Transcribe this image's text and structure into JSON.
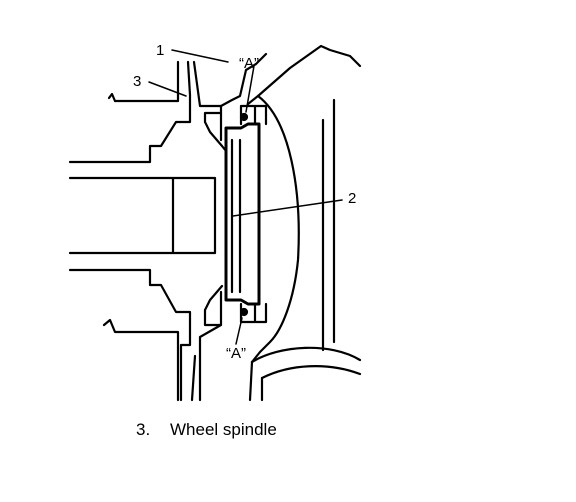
{
  "diagram": {
    "callouts": [
      {
        "id": "1",
        "label": "1"
      },
      {
        "id": "2",
        "label": "2"
      },
      {
        "id": "3",
        "label": "3"
      },
      {
        "id": "a-top",
        "label": "“A”"
      },
      {
        "id": "a-bottom",
        "label": "“A”"
      }
    ]
  },
  "caption": {
    "number": "3.",
    "text": "Wheel spindle"
  }
}
